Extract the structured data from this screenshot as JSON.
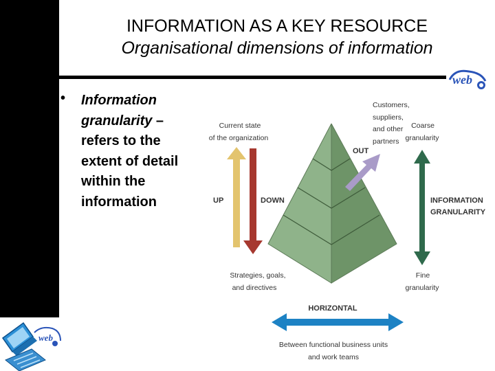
{
  "title": {
    "line1": "INFORMATION AS A KEY RESOURCE",
    "line2": "Organisational dimensions of information"
  },
  "bullet": {
    "marker": "•",
    "term": "Information granularity",
    "rest": " – refers to the extent of detail within the information"
  },
  "diagram": {
    "current_state_1": "Current state",
    "current_state_2": "of the organization",
    "strategies_1": "Strategies, goals,",
    "strategies_2": "and directives",
    "up": "UP",
    "down": "DOWN",
    "out": "OUT",
    "customers_1": "Customers,",
    "customers_2": "suppliers,",
    "customers_3": "and other",
    "customers_4": "partners",
    "coarse_1": "Coarse",
    "coarse_2": "granularity",
    "fine_1": "Fine",
    "fine_2": "granularity",
    "info_gran_1": "INFORMATION",
    "info_gran_2": "GRANULARITY",
    "horizontal": "HORIZONTAL",
    "between_1": "Between functional business units",
    "between_2": "and work teams"
  },
  "logo_text": "web",
  "colors": {
    "pyramid_left": "#8fb38a",
    "pyramid_right": "#6e9468",
    "up_arrow": "#e3c46e",
    "down_arrow": "#a6382f",
    "out_arrow": "#a99bc8",
    "granularity_arrow": "#2f6a4c",
    "horizontal_arrow": "#1d82c4"
  }
}
